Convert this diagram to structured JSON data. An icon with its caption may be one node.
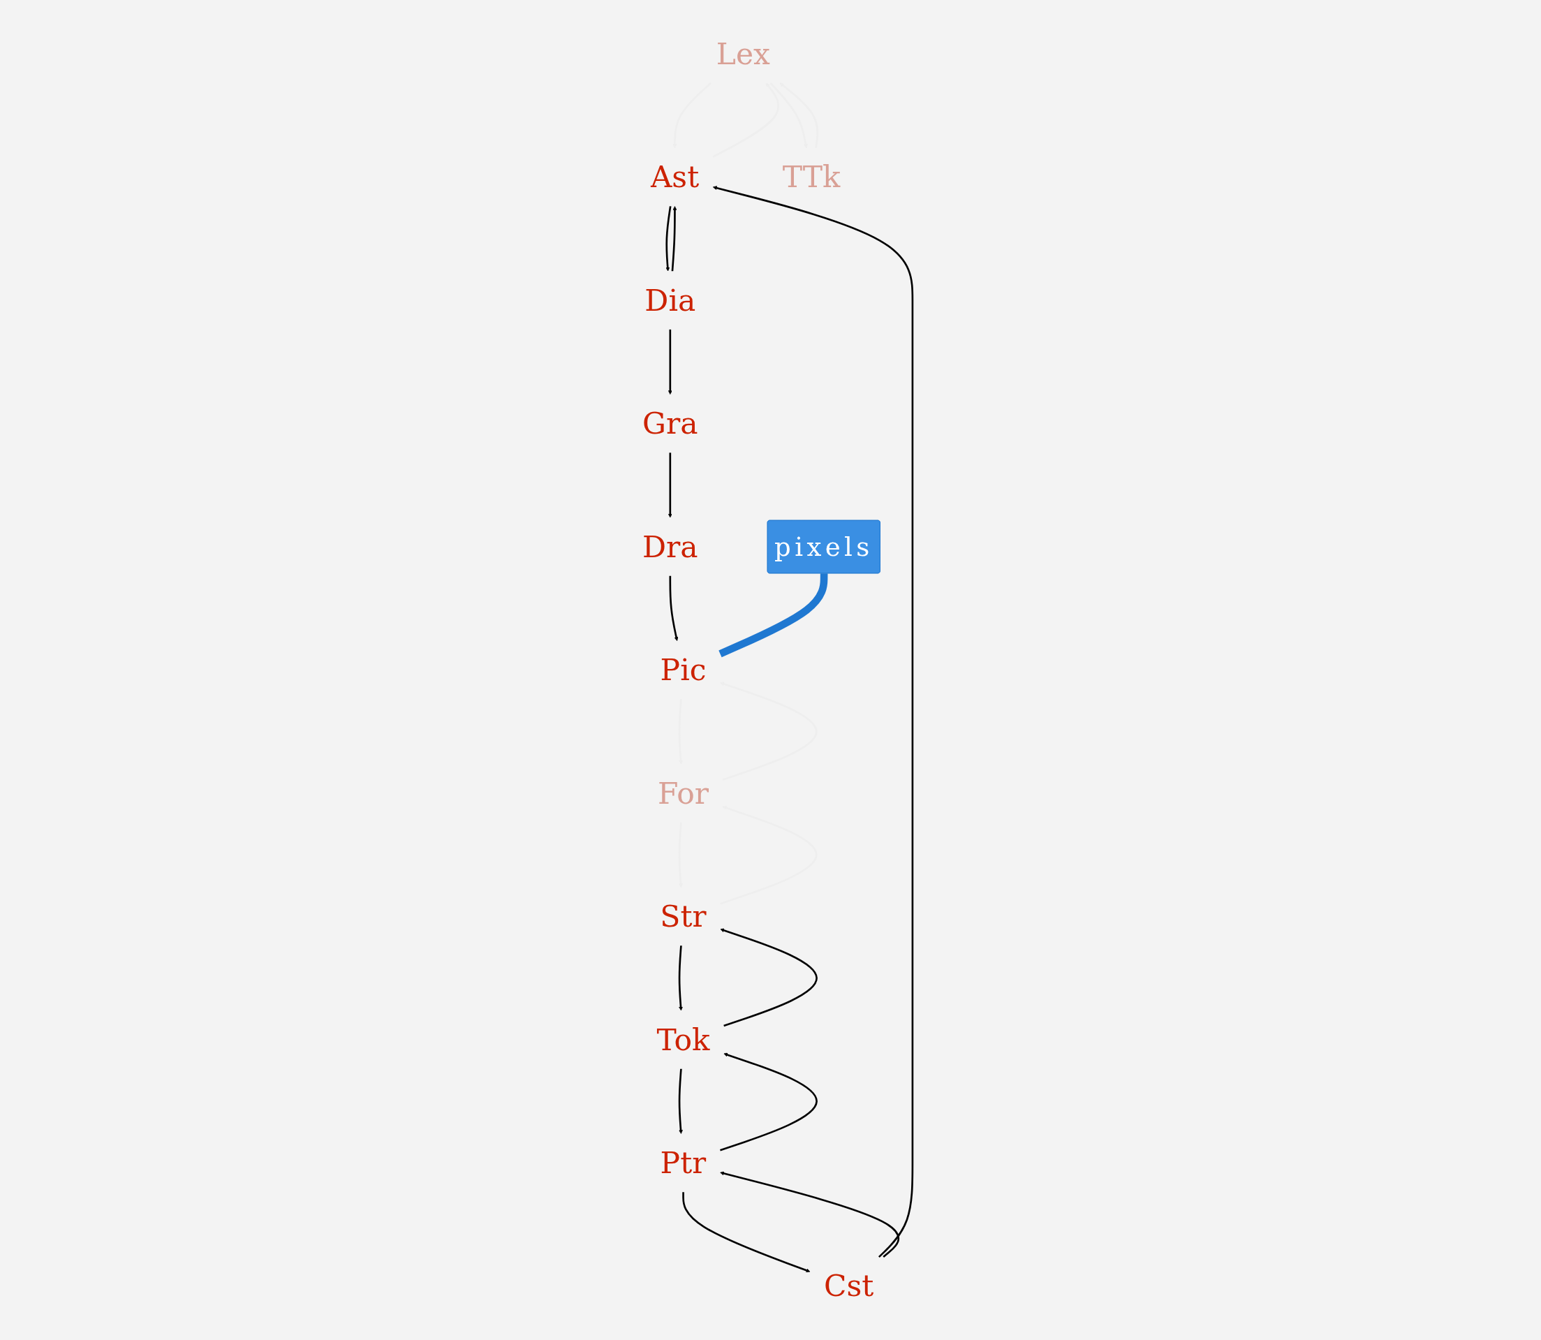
{
  "diagram": {
    "nodes": [
      {
        "text": [
          "Lex"
        ]
      },
      {
        "text": [
          "Ast"
        ]
      },
      {
        "text": [
          "Dia"
        ]
      },
      {
        "text": [
          "TTk"
        ]
      },
      {
        "text": [
          "Cst"
        ]
      },
      {
        "text": [
          "Gra"
        ]
      },
      {
        "text": [
          "Tok"
        ]
      },
      {
        "text": [
          "Ptr"
        ]
      },
      {
        "text": [
          "Dra"
        ]
      },
      {
        "text": [
          "pixels"
        ]
      },
      {
        "text": [
          "Str"
        ]
      },
      {
        "text": [
          "For"
        ]
      },
      {
        "text": [
          "Pic"
        ]
      }
    ],
    "edges": [
      {
        "from": 1,
        "to": 2,
        "arrow": "to"
      },
      {
        "from": 2,
        "to": 1,
        "arrow": "to"
      },
      {
        "from": 4,
        "to": 1,
        "arrow": "to"
      },
      {
        "from": 2,
        "to": 5,
        "arrow": "to"
      },
      {
        "from": 7,
        "to": 4,
        "arrow": "to"
      },
      {
        "from": 4,
        "to": 7,
        "arrow": "to"
      },
      {
        "from": 5,
        "to": 8,
        "arrow": "to"
      },
      {
        "from": 6,
        "to": 7,
        "arrow": "to"
      },
      {
        "from": 7,
        "to": 6,
        "arrow": "to"
      },
      {
        "from": 10,
        "to": 6,
        "arrow": "to"
      },
      {
        "from": 6,
        "to": 10,
        "arrow": "to"
      },
      {
        "from": 8,
        "to": 12,
        "arrow": "to"
      },
      {
        "from": 9,
        "to": 12,
        "arrow": "none",
        "style": "thick",
        "color": "#1f78d1"
      },
      {
        "from": 0,
        "to": 1,
        "arrow": "to",
        "color": "#eeeeee"
      },
      {
        "from": 1,
        "to": 0,
        "arrow": "to",
        "color": "#eeeeee"
      },
      {
        "from": 3,
        "to": 0,
        "arrow": "to",
        "color": "#eeeeee"
      },
      {
        "from": 0,
        "to": 3,
        "arrow": "to",
        "color": "#eeeeee"
      },
      {
        "from": 10,
        "to": 11,
        "arrow": "to",
        "color": "#eeeeee"
      },
      {
        "from": 11,
        "to": 10,
        "arrow": "to",
        "color": "#eeeeee"
      },
      {
        "from": 11,
        "to": 12,
        "arrow": "to",
        "color": "#eeeeee"
      },
      {
        "from": 12,
        "to": 11,
        "arrow": "to",
        "color": "#eeeeee"
      }
    ]
  }
}
